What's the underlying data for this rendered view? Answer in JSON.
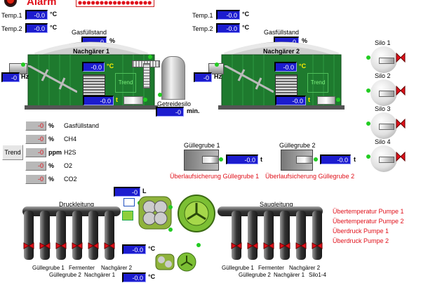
{
  "alarm": {
    "label": "Alarm",
    "indicator_count": 17
  },
  "colors": {
    "field_blue": "#1c1ccf",
    "green_ok": "#22cc22",
    "red_text": "#e0101a",
    "tank_green": "#1e7a2e"
  },
  "nachgaerer1": {
    "temp1_label": "Temp.1",
    "temp1_value": "-0.0",
    "temp1_unit": "°C",
    "temp2_label": "Temp.2",
    "temp2_value": "-0.0",
    "temp2_unit": "°C",
    "gas_label": "Gasfüllstand",
    "gas_value": "-0",
    "gas_unit": "%",
    "name": "Nachgärer 1",
    "temp_value": "-0.0",
    "temp_unit": "°C",
    "trend_label": "Trend",
    "level_value": "-0.0",
    "level_unit": "t",
    "motor_value": "-0",
    "motor_unit": "Hz"
  },
  "getreidesilo": {
    "label": "Getreidesilo",
    "value": "-0",
    "unit": "min."
  },
  "nachgaerer2": {
    "temp1_label": "Temp.1",
    "temp1_value": "-0.0",
    "temp1_unit": "°C",
    "temp2_label": "Temp.2",
    "temp2_value": "-0.0",
    "temp2_unit": "°C",
    "gas_label": "Gasfüllstand",
    "gas_value": "-0",
    "gas_unit": "%",
    "name": "Nachgärer 2",
    "temp_value": "-0.0",
    "temp_unit": "°C",
    "trend_label": "Trend",
    "level_value": "-0.0",
    "level_unit": "t",
    "motor_value": "-0",
    "motor_unit": "Hz"
  },
  "gas_analysis": {
    "trend_button": "Trend",
    "rows": [
      {
        "value": "-0",
        "unit": "%",
        "label": "Gasfüllstand"
      },
      {
        "value": "-0",
        "unit": "%",
        "label": "CH4"
      },
      {
        "value": "-0",
        "unit": "ppm",
        "label": "H2S"
      },
      {
        "value": "-0",
        "unit": "%",
        "label": "O2"
      },
      {
        "value": "-0",
        "unit": "%",
        "label": "CO2"
      }
    ]
  },
  "silos": [
    {
      "label": "Silo 1"
    },
    {
      "label": "Silo 2"
    },
    {
      "label": "Silo 3"
    },
    {
      "label": "Silo 4"
    }
  ],
  "guellegrube1": {
    "label": "Güllegrube 1",
    "value": "-0.0",
    "unit": "t",
    "warning": "Überlaufsicherung Güllegrube 1"
  },
  "guellegrube2": {
    "label": "Güllegrube 2",
    "value": "-0.0",
    "unit": "t",
    "warning": "Überlaufsicherung Güllegrube 2"
  },
  "pumping": {
    "flow_value": "-0",
    "flow_unit": "L",
    "druckleitung": "Druckleitung",
    "saugleitung": "Saugleitung",
    "pump_temp1_value": "-0.0",
    "pump_temp1_unit": "°C",
    "pump_temp2_value": "-0.0",
    "pump_temp2_unit": "°C",
    "alarms": [
      "Übertemperatur Pumpe 1",
      "Übertemperatur Pumpe 2",
      "Überdruck Pumpe 1",
      "Überdruck Pumpe 2"
    ],
    "druck_labels_top": [
      "Güllegrube 1",
      "Fermenter",
      "Nachgärer 2"
    ],
    "druck_labels_bottom": [
      "Güllegrube 2",
      "Nachgärer 1"
    ],
    "saug_labels_top": [
      "Güllegrube 1",
      "Fermenter",
      "Nachgärer 2"
    ],
    "saug_labels_bottom": [
      "Güllegrube 2",
      "Nachgärer 1",
      "Silo1-4"
    ]
  }
}
